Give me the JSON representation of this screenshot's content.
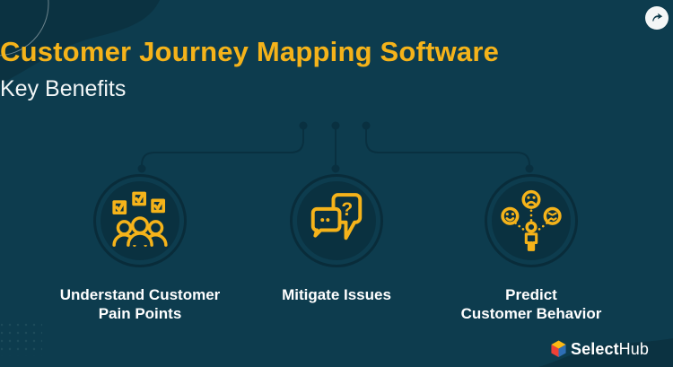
{
  "header": {
    "title": "Customer Journey Mapping Software",
    "subtitle": "Key Benefits"
  },
  "benefits": [
    {
      "icon": "customers-checklist-icon",
      "label": "Understand Customer\nPain Points"
    },
    {
      "icon": "chat-question-icon",
      "label": "Mitigate Issues"
    },
    {
      "icon": "person-emotions-icon",
      "label": "Predict\nCustomer Behavior"
    }
  ],
  "brand": {
    "name_bold": "Select",
    "name_regular": "Hub"
  },
  "icons": {
    "share": "share-arrow-icon",
    "logo_mark": "selecthub-cube-icon"
  },
  "colors": {
    "background": "#0D3C4E",
    "decor_dark": "#0B3241",
    "accent_yellow": "#F5B31A",
    "disc_dark": "#0A3140",
    "connector": "#093040",
    "text_white": "#FFFFFF",
    "logo_red": "#EF4136",
    "logo_yellow": "#FDB913",
    "logo_blue": "#2E6EB5"
  }
}
